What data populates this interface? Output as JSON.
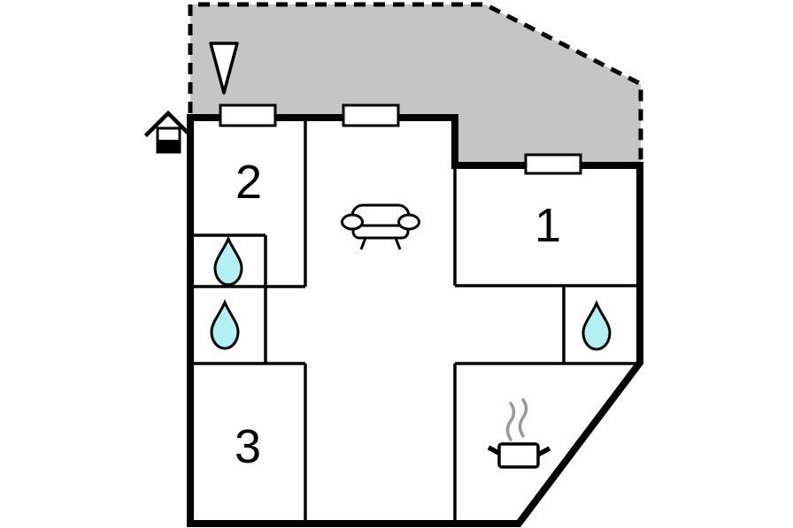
{
  "floor_plan": {
    "rooms": [
      {
        "label": "1"
      },
      {
        "label": "2"
      },
      {
        "label": "3"
      }
    ],
    "icons": [
      "north-arrow-icon",
      "entrance-house-icon",
      "window-marker",
      "window-marker",
      "window-marker",
      "sofa-icon",
      "water-drop-icon",
      "water-drop-icon",
      "water-drop-icon",
      "cooking-pot-icon",
      "steam-icon"
    ],
    "colors": {
      "terrace_fill": "#c5c5c5",
      "wall": "#000000",
      "water_drop": "#b2f0f3",
      "steam": "#999999",
      "background": "#ffffff"
    }
  }
}
